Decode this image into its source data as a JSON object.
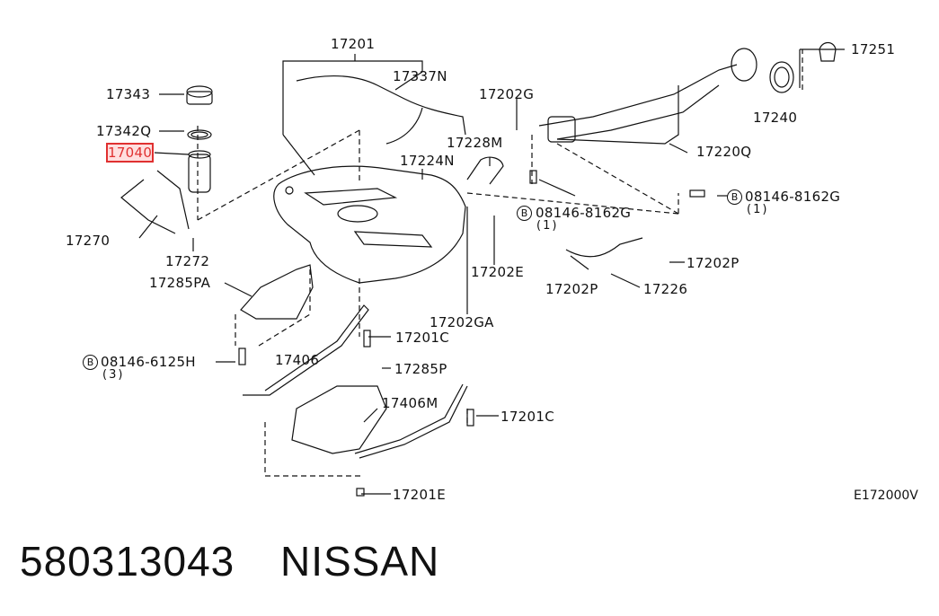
{
  "diagram": {
    "labels": {
      "p17201": "17201",
      "p17251": "17251",
      "p17337N": "17337N",
      "p17343": "17343",
      "p17342Q": "17342Q",
      "p17040": "17040",
      "p17202G": "17202G",
      "p17228M": "17228M",
      "p17224N": "17224N",
      "p17240": "17240",
      "p17220Q": "17220Q",
      "p08146_8162G_a": "08146-8162G",
      "p08146_8162G_a_qty": "(1)",
      "p08146_8162G_b": "08146-8162G",
      "p08146_8162G_b_qty": "(1)",
      "p17270": "17270",
      "p17272": "17272",
      "p17202E": "17202E",
      "p17202P_a": "17202P",
      "p17202P_b": "17202P",
      "p17226": "17226",
      "p17285PA": "17285PA",
      "p17202GA": "17202GA",
      "p17201C_a": "17201C",
      "p08146_6125H": "08146-6125H",
      "p08146_6125H_qty": "(3)",
      "p17406": "17406",
      "p17285P": "17285P",
      "p17406M": "17406M",
      "p17201C_b": "17201C",
      "p17201E": "17201E",
      "bolt_marker": "B"
    },
    "highlighted_part": "17040",
    "highlight_color": "#e03030",
    "diagram_code": "E172000V"
  },
  "footer": {
    "part_number": "580313043",
    "brand": "NISSAN"
  }
}
